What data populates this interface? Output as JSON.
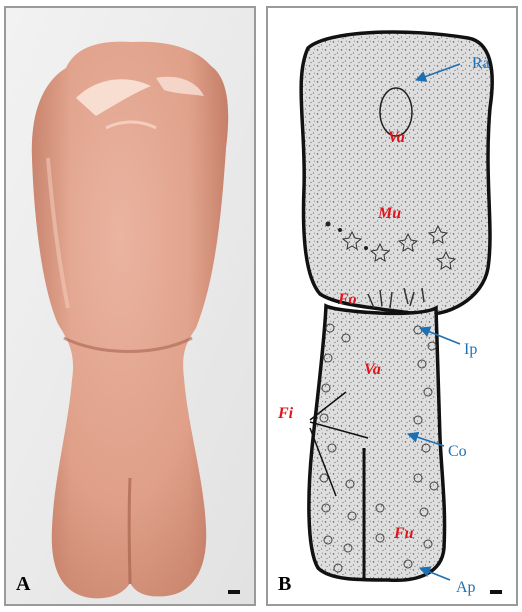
{
  "figure": {
    "panels": [
      {
        "letter": "A"
      },
      {
        "letter": "B"
      }
    ],
    "labels": {
      "ra": "Ra",
      "va_top": "Va",
      "mu": "Mu",
      "fo": "Fo",
      "ip": "Ip",
      "va_mid": "Va",
      "fi": "Fi",
      "co": "Co",
      "fu": "Fu",
      "ap": "Ap"
    },
    "colors": {
      "italic_label": "#e0141b",
      "plain_label": "#1f6fb3",
      "pointer_blue": "#1f6fb3",
      "outline": "#111111",
      "tissue_fill": "#dcdcdc",
      "photo_flesh": "#e3a590",
      "photo_background": "#ececec"
    }
  }
}
